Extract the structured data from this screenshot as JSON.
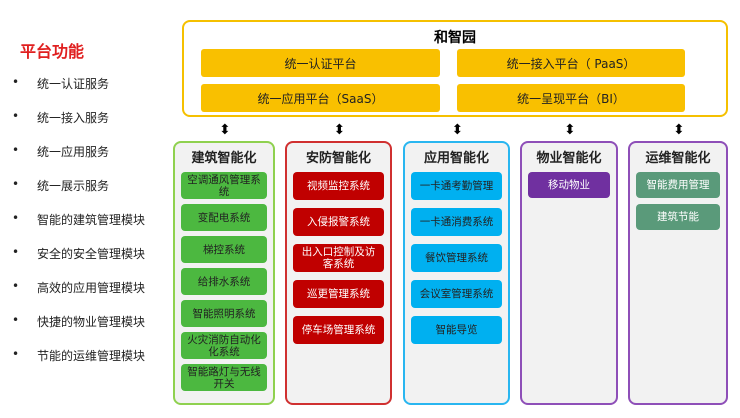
{
  "sidebar": {
    "title": "平台功能",
    "bullet": "•",
    "items": [
      "统一认证服务",
      "统一接入服务",
      "统一应用服务",
      "统一展示服务",
      "智能的建筑管理模块",
      "安全的安全管理模块",
      "高效的应用管理模块",
      "快捷的物业管理模块",
      "节能的运维管理模块"
    ]
  },
  "platform": {
    "title": "和智园",
    "buttons": [
      "统一认证平台",
      "统一接入平台（ PaaS）",
      "统一应用平台（SaaS）",
      "统一呈现平台（BI）"
    ]
  },
  "arrow": "⬍",
  "columns": [
    {
      "title": "建筑智能化",
      "color": "#8fd14f",
      "item_color": "#4cb840",
      "text_color": "#222",
      "items": [
        "空调通风管理系统",
        "变配电系统",
        "梯控系统",
        "给排水系统",
        "智能照明系统",
        "火灾消防自动化化系统",
        "智能路灯与无线开关"
      ]
    },
    {
      "title": "安防智能化",
      "color": "#d03030",
      "item_color": "#c00000",
      "text_color": "#fff",
      "items": [
        "视频监控系统",
        "入侵报警系统",
        "出入口控制及访客系统",
        "巡更管理系统",
        "停车场管理系统"
      ]
    },
    {
      "title": "应用智能化",
      "color": "#29b6f0",
      "item_color": "#00b0f0",
      "text_color": "#222",
      "items": [
        "一卡通考勤管理",
        "一卡通消费系统",
        "餐饮管理系统",
        "会议室管理系统",
        "智能导览"
      ]
    },
    {
      "title": "物业智能化",
      "color": "#8e4fb8",
      "item_color": "#7030a0",
      "text_color": "#fff",
      "items": [
        "移动物业"
      ]
    },
    {
      "title": "运维智能化",
      "color": "#8e4fb8",
      "item_color": "#5a9a7a",
      "text_color": "#fff",
      "items": [
        "智能费用管理",
        "建筑节能"
      ]
    }
  ]
}
